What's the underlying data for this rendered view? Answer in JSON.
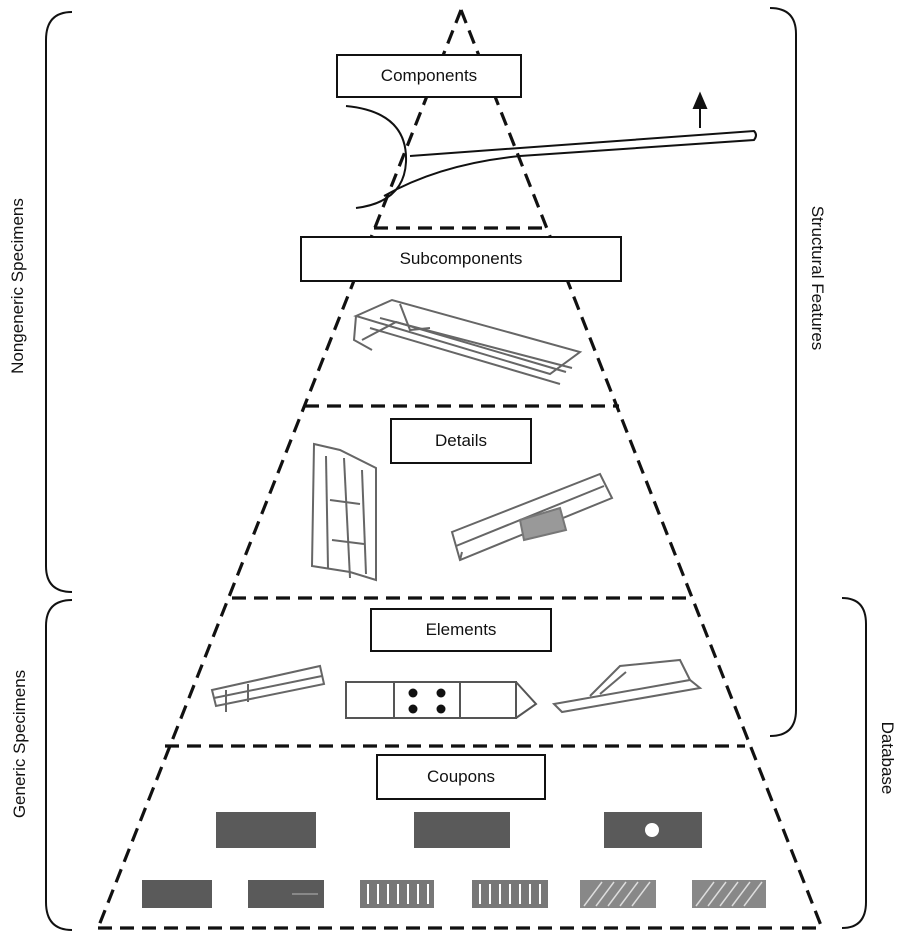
{
  "levels": {
    "components": "Components",
    "subcomponents": "Subcomponents",
    "details": "Details",
    "elements": "Elements",
    "coupons": "Coupons"
  },
  "brackets": {
    "nongeneric": "Nongeneric Specimens",
    "generic": "Generic Specimens",
    "structural": "Structural Features",
    "database": "Database"
  },
  "colors": {
    "line": "#111111",
    "sketch": "#555555",
    "coupon_dark": "#5a5a5a"
  }
}
